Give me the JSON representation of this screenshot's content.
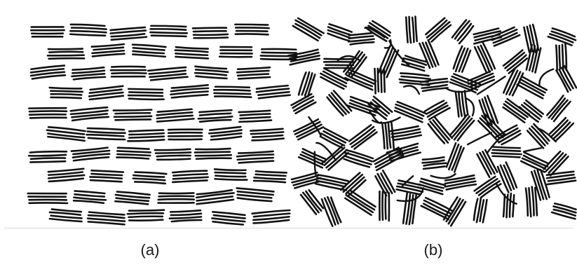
{
  "panels": [
    {
      "id": "a",
      "label": "(a)",
      "arrangement": "aligned"
    },
    {
      "id": "b",
      "label": "(b)",
      "arrangement": "random-network"
    }
  ],
  "colors": {
    "stroke": "#111111",
    "divider": "#d8d8d8",
    "caption": "#1a1a1a"
  }
}
